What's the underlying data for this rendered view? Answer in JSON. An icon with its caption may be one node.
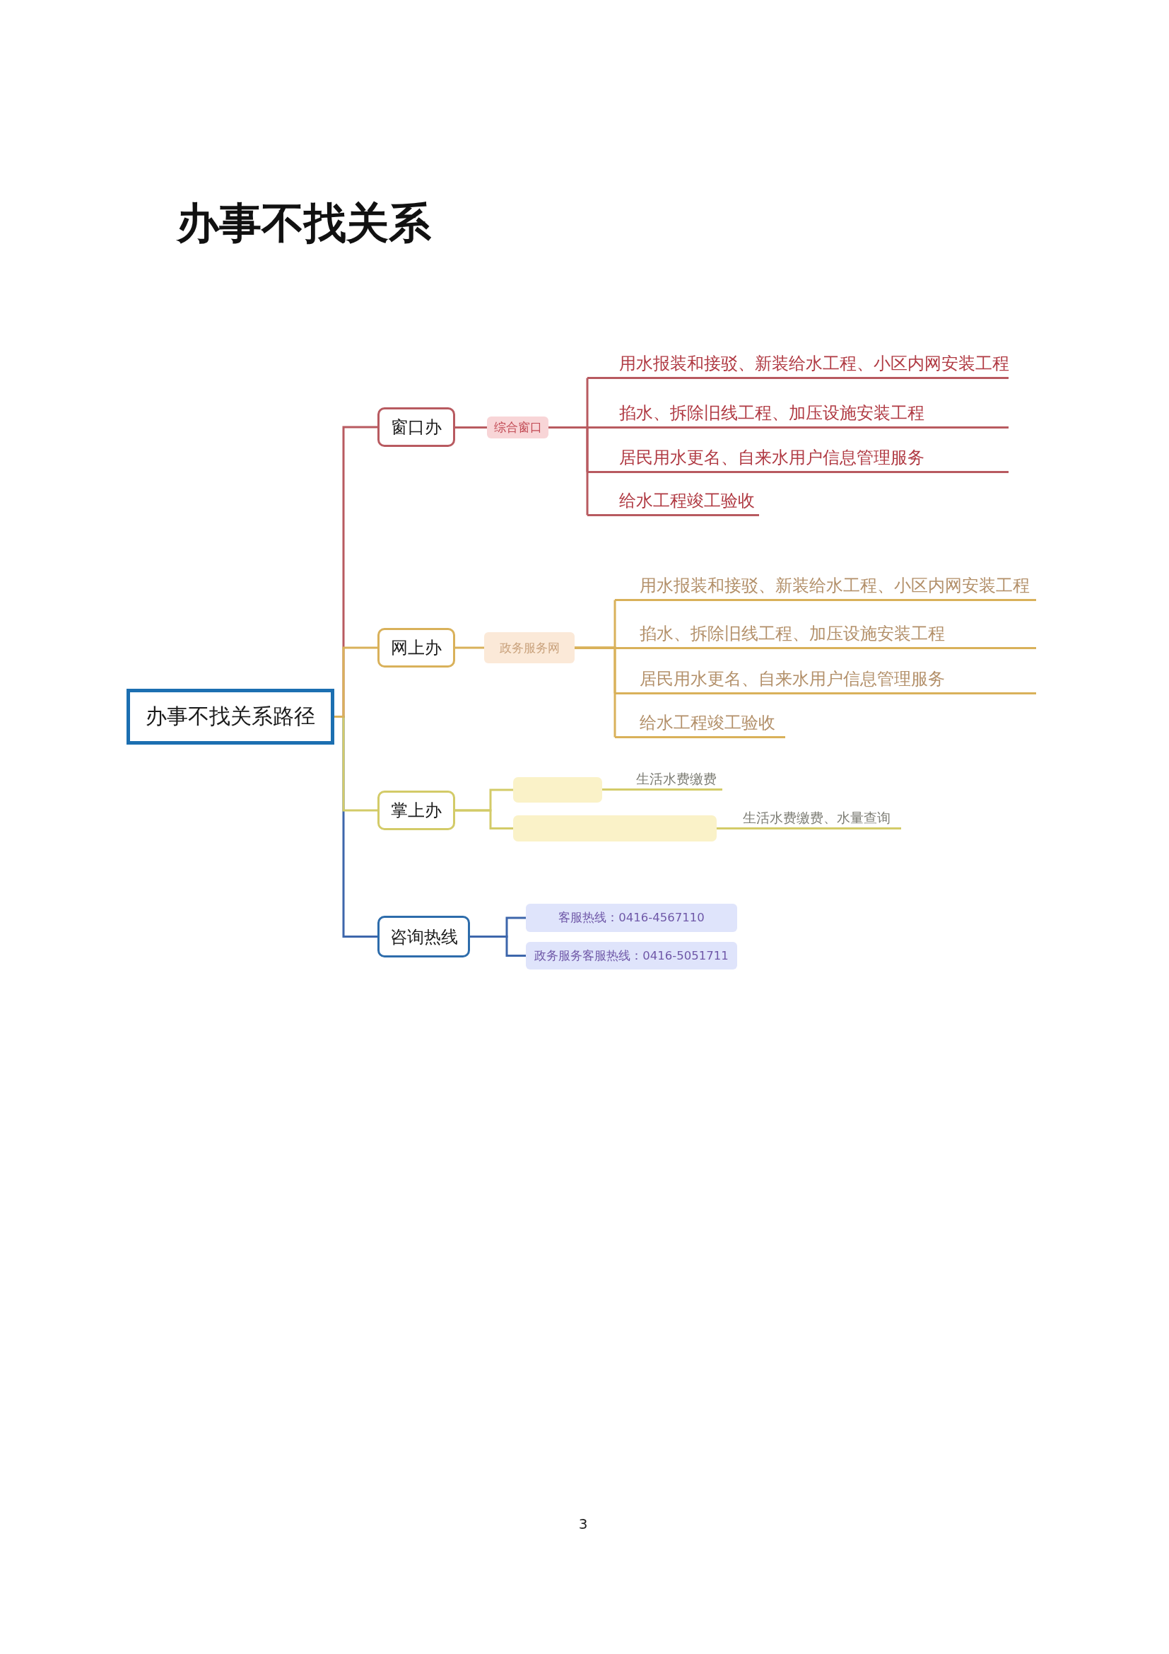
{
  "diagram": {
    "title": "办事不找关系",
    "nodes": [
      {
        "text": [
          "办事不找关系路径"
        ]
      },
      {
        "text": [
          "窗口办"
        ]
      },
      {
        "text": [
          "综合窗口"
        ]
      },
      {
        "text": [
          "用水报装和接驳、新装给水工程、小区内网安装工程"
        ]
      },
      {
        "text": [
          "掐水、拆除旧线工程、加压设施安装工程"
        ]
      },
      {
        "text": [
          "居民用水更名、自来水用户信息管理服务"
        ]
      },
      {
        "text": [
          "给水工程竣工验收"
        ]
      },
      {
        "text": [
          "网上办"
        ]
      },
      {
        "text": [
          "政务服务网"
        ]
      },
      {
        "text": [
          "用水报装和接驳、新装给水工程、小区内网安装工程"
        ]
      },
      {
        "text": [
          "掐水、拆除旧线工程、加压设施安装工程"
        ]
      },
      {
        "text": [
          "居民用水更名、自来水用户信息管理服务"
        ]
      },
      {
        "text": [
          "给水工程竣工验收"
        ]
      },
      {
        "text": [
          "掌上办"
        ]
      },
      {
        "text": [],
        "shape": "box"
      },
      {
        "text": [
          "生活水费缴费"
        ]
      },
      {
        "text": [],
        "shape": "box"
      },
      {
        "text": [
          "生活水费缴费、水量查询"
        ]
      },
      {
        "text": [
          "咨询热线"
        ]
      },
      {
        "text": [
          "客服热线：0416-4567110"
        ]
      },
      {
        "text": [
          "政务服务客服热线：0416-5051711"
        ]
      }
    ],
    "edges": [
      {
        "from": 0,
        "to": 1,
        "arrow": "none",
        "color": "#b85a60"
      },
      {
        "from": 0,
        "to": 7,
        "arrow": "none",
        "color": "#d9b15a"
      },
      {
        "from": 0,
        "to": 13,
        "arrow": "none",
        "color": "#d3cb68"
      },
      {
        "from": 0,
        "to": 18,
        "arrow": "none",
        "color": "#3d66ab"
      },
      {
        "from": 1,
        "to": 2,
        "arrow": "none",
        "color": "#b85a60"
      },
      {
        "from": 2,
        "to": 3,
        "arrow": "none",
        "color": "#b85a60"
      },
      {
        "from": 2,
        "to": 4,
        "arrow": "none",
        "color": "#b85a60"
      },
      {
        "from": 2,
        "to": 5,
        "arrow": "none",
        "color": "#b85a60"
      },
      {
        "from": 2,
        "to": 6,
        "arrow": "none",
        "color": "#b85a60"
      },
      {
        "from": 7,
        "to": 8,
        "arrow": "none",
        "color": "#d9b15a"
      },
      {
        "from": 8,
        "to": 9,
        "arrow": "none",
        "color": "#d9b15a"
      },
      {
        "from": 8,
        "to": 10,
        "arrow": "none",
        "color": "#d9b15a"
      },
      {
        "from": 8,
        "to": 11,
        "arrow": "none",
        "color": "#d9b15a"
      },
      {
        "from": 8,
        "to": 12,
        "arrow": "none",
        "color": "#d9b15a"
      },
      {
        "from": 13,
        "to": 14,
        "arrow": "none",
        "color": "#d3cb68"
      },
      {
        "from": 13,
        "to": 16,
        "arrow": "none",
        "color": "#d3cb68"
      },
      {
        "from": 14,
        "to": 15,
        "arrow": "none",
        "color": "#d3cb68"
      },
      {
        "from": 16,
        "to": 17,
        "arrow": "none",
        "color": "#d3cb68"
      },
      {
        "from": 18,
        "to": 19,
        "arrow": "none",
        "color": "#3d66ab"
      },
      {
        "from": 18,
        "to": 20,
        "arrow": "none",
        "color": "#3d66ab"
      }
    ],
    "labels": [
      "3"
    ]
  }
}
